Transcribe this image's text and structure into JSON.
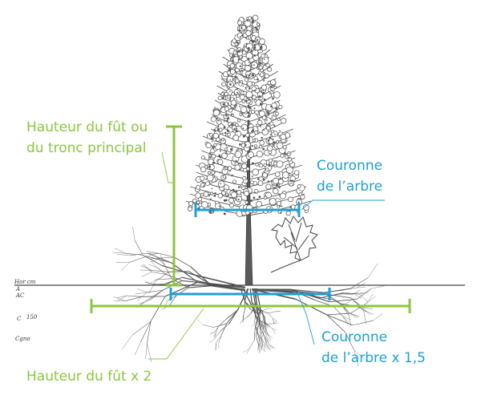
{
  "colors": {
    "green": "#8cc63f",
    "blue": "#1e9fd6",
    "ink": "#333333"
  },
  "labels": {
    "trunk_height_line1": "Hauteur du fût ou",
    "trunk_height_line2": "du tronc principal",
    "crown_line1": "Couronne",
    "crown_line2": "de l’arbre",
    "crown15_line1": "Couronne",
    "crown15_line2": "de l’arbre x 1,5",
    "trunk_height_x2": "Hauteur du fût x 2"
  },
  "soil_horizons": {
    "hor_cm": "Hor cm",
    "a": "A",
    "ac": "AC",
    "c": "C",
    "c_depth": "150",
    "cgno": "Cgno"
  }
}
